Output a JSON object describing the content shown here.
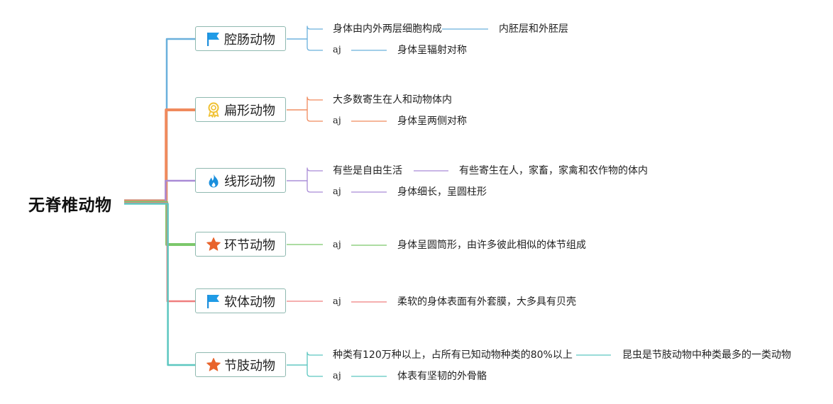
{
  "root": {
    "label": "无脊椎动物"
  },
  "branches": [
    {
      "label": "腔肠动物",
      "icon": "flag-icon",
      "color": "#6ab0dc",
      "rows": [
        {
          "text": "身体由内外两层细胞构成",
          "child": "内胚层和外胚层"
        },
        {
          "text": "aj",
          "child": "身体呈辐射对称"
        }
      ]
    },
    {
      "label": "扁形动物",
      "icon": "medal-icon",
      "color": "#f08a5d",
      "rows": [
        {
          "text": "大多数寄生在人和动物体内",
          "child": ""
        },
        {
          "text": "aj",
          "child": "身体呈两侧对称"
        }
      ]
    },
    {
      "label": "线形动物",
      "icon": "flame-icon",
      "color": "#a98bd6",
      "rows": [
        {
          "text": "有些是自由生活",
          "child": "有些寄生在人，家畜，家禽和农作物的体内"
        },
        {
          "text": "aj",
          "child": "身体细长，呈圆柱形"
        }
      ]
    },
    {
      "label": "环节动物",
      "icon": "star-icon",
      "color": "#7cc86b",
      "rows": [
        {
          "text": "aj",
          "child": "身体呈圆筒形，由许多彼此相似的体节组成"
        }
      ]
    },
    {
      "label": "软体动物",
      "icon": "flag-icon",
      "color": "#ef7f7f",
      "rows": [
        {
          "text": "aj",
          "child": "柔软的身体表面有外套膜，大多具有贝壳"
        }
      ]
    },
    {
      "label": "节肢动物",
      "icon": "star-icon",
      "color": "#5cc7c0",
      "rows": [
        {
          "text": "种类有120万种以上，占所有已知动物种类的80%以上",
          "child": "昆虫是节肢动物中种类最多的一类动物"
        },
        {
          "text": "aj",
          "child": "体表有坚韧的外骨骼"
        }
      ]
    }
  ]
}
